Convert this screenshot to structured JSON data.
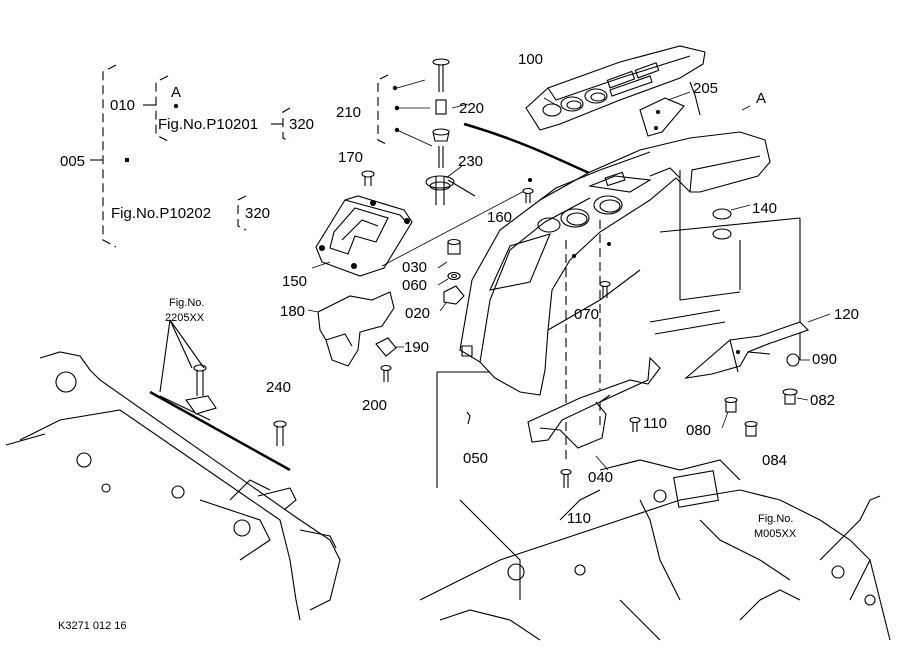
{
  "labels": {
    "p005": "005",
    "p010": "010",
    "a1": "A",
    "fig_p10201": "Fig.No.P10201",
    "p320a": "320",
    "fig_p10202": "Fig.No.P10202",
    "p320b": "320",
    "p210": "210",
    "p220": "220",
    "p230": "230",
    "p170": "170",
    "p150": "150",
    "p160": "160",
    "p100": "100",
    "p205": "205",
    "a2": "A",
    "p140": "140",
    "p030": "030",
    "p060": "060",
    "p020": "020",
    "p070": "070",
    "p180": "180",
    "p190": "190",
    "p200": "200",
    "p120": "120",
    "p090": "090",
    "p082": "082",
    "p084": "084",
    "p080": "080",
    "p110a": "110",
    "p110b": "110",
    "p040": "040",
    "p050": "050",
    "p240": "240",
    "fig_2205_l1": "Fig.No.",
    "fig_2205_l2": "2205XX",
    "fig_m005_l1": "Fig.No.",
    "fig_m005_l2": "M005XX",
    "code": "K3271 012 16"
  }
}
